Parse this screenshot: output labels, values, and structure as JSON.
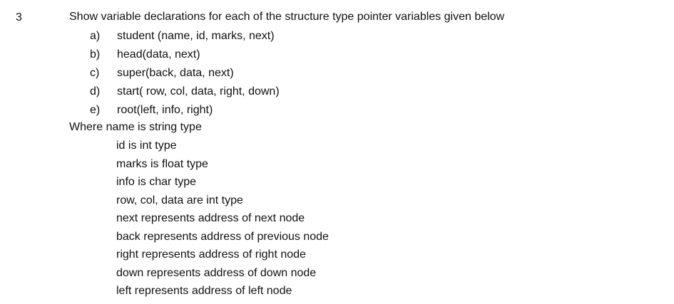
{
  "question": {
    "number": "3",
    "text": "Show variable declarations for each of the structure type pointer variables given below"
  },
  "parts": [
    {
      "letter": "a)",
      "text": "student (name, id, marks, next)"
    },
    {
      "letter": "b)",
      "text": "head(data, next)"
    },
    {
      "letter": "c)",
      "text": "super(back, data, next)"
    },
    {
      "letter": "d)",
      "text": "start( row, col, data, right, down)"
    },
    {
      "letter": "e)",
      "text": "root(left, info, right)"
    }
  ],
  "where_line": "Where name is string type",
  "definitions": [
    "id is int type",
    "marks is float type",
    "info is char type",
    "row, col, data are int type",
    "next represents address of next node",
    "back represents address of previous node",
    "right represents address of right node",
    "down represents address of down node",
    "left represents address of left node"
  ]
}
